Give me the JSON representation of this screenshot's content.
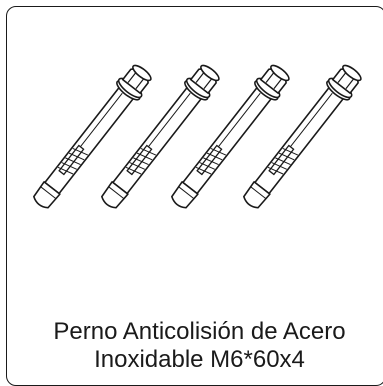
{
  "product": {
    "caption_line1": "Perno Anticolisión de Acero",
    "caption_line2": "Inoxidable M6*60x4",
    "quantity_shown": 4,
    "icon": "expansion-bolt-icon"
  },
  "colors": {
    "stroke": "#1a1a1a",
    "background": "#ffffff"
  }
}
